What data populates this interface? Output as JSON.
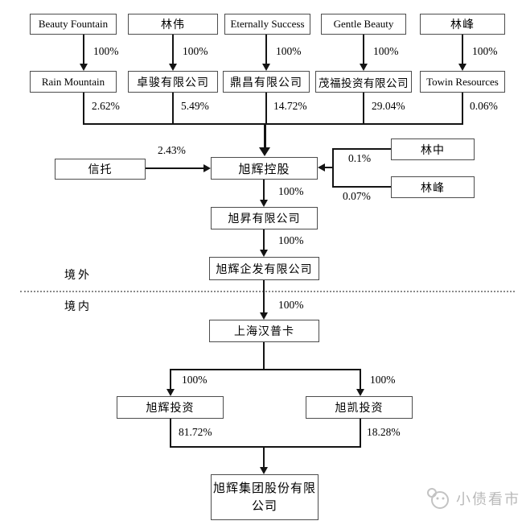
{
  "diagram": {
    "columns": [
      {
        "owner": "Beauty Fountain",
        "own_pct": "100%",
        "holdco": "Rain Mountain",
        "stake": "2.62%"
      },
      {
        "owner": "林伟",
        "own_pct": "100%",
        "holdco": "卓骏有限公司",
        "stake": "5.49%"
      },
      {
        "owner": "Eternally Success",
        "own_pct": "100%",
        "holdco": "鼎昌有限公司",
        "stake": "14.72%"
      },
      {
        "owner": "Gentle Beauty",
        "own_pct": "100%",
        "holdco": "茂福投资有限公司",
        "stake": "29.04%"
      },
      {
        "owner": "林峰",
        "own_pct": "100%",
        "holdco": "Towin Resources",
        "stake": "0.06%"
      }
    ],
    "trust": {
      "label": "信托",
      "stake": "2.43%"
    },
    "founders": [
      {
        "label": "林中",
        "stake": "0.1%"
      },
      {
        "label": "林峰",
        "stake": "0.07%"
      }
    ],
    "holding": {
      "label": "旭辉控股"
    },
    "chain": [
      {
        "pct": "100%",
        "label": "旭昇有限公司"
      },
      {
        "pct": "100%",
        "label": "旭辉企发有限公司"
      },
      {
        "pct": "100%",
        "label": "上海汉普卡"
      }
    ],
    "regions": {
      "offshore": "境外",
      "onshore": "境内"
    },
    "investcos": [
      {
        "pct_in": "100%",
        "label": "旭辉投资",
        "pct_out": "81.72%"
      },
      {
        "pct_in": "100%",
        "label": "旭凯投资",
        "pct_out": "18.28%"
      }
    ],
    "target": {
      "label": "旭辉集团股份有限公司"
    },
    "watermark": {
      "text": "小债看市"
    }
  }
}
